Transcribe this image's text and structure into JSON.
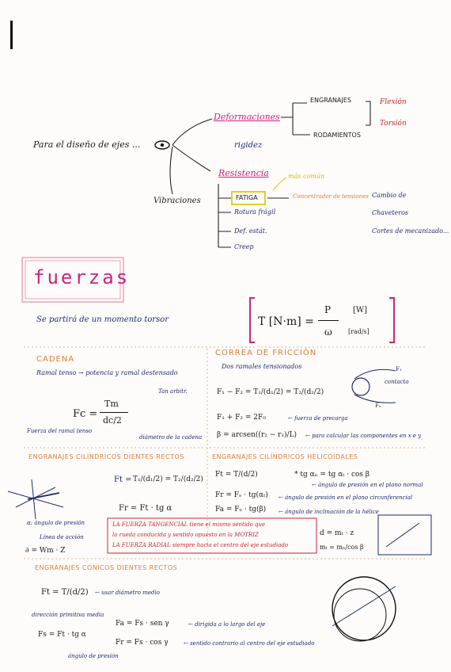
{
  "top": {
    "intro": "Para el diseño de ejes ...",
    "vibraciones": "Vibraciones",
    "deformaciones": "Deformaciones",
    "rigidez": "rigidez",
    "engranajes": "ENGRANAJES",
    "rodamientos": "RODAMIENTOS",
    "flexion": "Flexión",
    "torsion": "Torsión",
    "resistencia": "Resistencia",
    "mas_comun": "más común",
    "fatiga": "FATIGA",
    "concentrador": "Concentrador de tensiones",
    "rotura_fragil": "Rotura frágil",
    "def_estatica": "Def. estát.",
    "creep": "Creep",
    "cambio": "Cambio de",
    "chaveteros": "Chaveteros",
    "cortes": "Cortes de mecanizado..."
  },
  "title": "fuerzas",
  "potencia": {
    "text": "Se partirá de un momento torsor",
    "formula_T": "T [N·m] =",
    "formula_P": "P",
    "formula_w": "ω",
    "unit_W": "[W]",
    "unit_rads": "[rad/s]"
  },
  "cadena": {
    "title": "CADENA",
    "subtitle": "Ramal tenso → potencia y ramal destensado",
    "tan_arb": "Tan arbitr.",
    "fc": "Fc =",
    "num": "Tm",
    "den": "dc/2",
    "fuerza_ramal": "Fuerza del ramal tenso",
    "diametro": "diámetro de la cadena"
  },
  "correa": {
    "title": "CORREA DE FRICCIÓN",
    "subtitle": "Dos ramales tensionados",
    "eq1": "F₁ − F₂ = T₁/(d₁/2) = T₂/(d₂/2)",
    "eq2": "F₁ + F₂ = 2F₀",
    "eq2_note": "← fuerza de precarga",
    "eq3": "β = arcsen((r₂ − r₁)/L)",
    "eq3_note": "← para calcular las componentes en x e y",
    "contacto": "contacto",
    "f1": "F₁",
    "f2": "F₂"
  },
  "rectos": {
    "title": "ENGRANAJES CILÍNDRICOS DIENTES RECTOS",
    "ft": "Ft =",
    "fr": "Fr = Ft · tg α",
    "ft_frac_a": "T₁/(d₁/2) = T₂/(d₂/2)",
    "angulo": "α: ángulo de presión",
    "linea": "Línea de acción",
    "formula": "∂ = Wm · Z"
  },
  "helicoidales": {
    "title": "ENGRANAJES CILÍNDRICOS HELICOIDALES",
    "ft": "Ft = T/(d/2)",
    "fr": "Fr = Fₑ · tg(αₜ)",
    "fa": "Fa = Fₑ · tg(β)",
    "tg": "* tg αₙ = tg αₜ · cos β",
    "note1": "← ángulo de presión en el plano normal",
    "note2": "← ángulo de presión en el plano circunferencial",
    "note3": "← ángulo de inclinación de la hélice",
    "d": "d = mₜ · z",
    "m": "mₜ = mₙ/cos β"
  },
  "nota": {
    "l1": "LA FUERZA TANGENCIAL tiene el mismo sentido que",
    "l2": "la rueda conducida y sentido opuesto en la MOTRIZ",
    "l3": "LA FUERZA RADIAL siempre hacia el centro del eje estudiado"
  },
  "conicos": {
    "title": "ENGRANAJES CÓNICOS DIENTES RECTOS",
    "ft": "Ft = T/(d/2)",
    "ft_note": "← usar diámetro medio",
    "direccion": "dirección primitiva media",
    "fs": "Fs = Ft · tg α",
    "fa": "Fa = Fs · sen γ",
    "fa_note": "← dirigida a lo largo del eje",
    "fr": "Fr = Fs · cos γ",
    "fr_note": "← sentido contrario al centro del eje estudiado",
    "angulo": "ángulo de presión"
  }
}
